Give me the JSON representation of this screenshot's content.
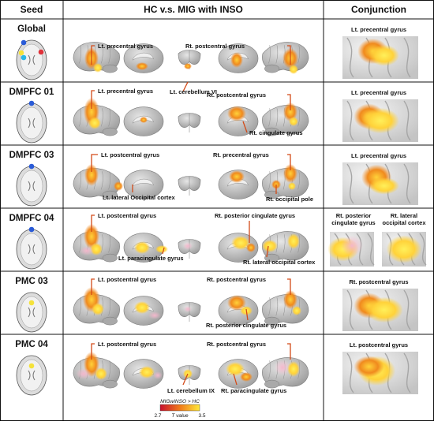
{
  "headers": {
    "seed": "Seed",
    "contrast": "HC v.s. MIG with INSO",
    "conjunction": "Conjunction"
  },
  "rows": [
    {
      "seed": "Global",
      "conjunction": [
        "Lt. precentral gyrus"
      ],
      "labels": [
        "Lt. precentral gyrus",
        "Rt. postcentral gyrus",
        "Lt. cerebellum VI"
      ]
    },
    {
      "seed": "DMPFC 01",
      "conjunction": [
        "Lt. precentral gyrus"
      ],
      "labels": [
        "Lt. precentral gyrus",
        "Rt. postcentral gyrus",
        "Rt. cingulate gyrus"
      ]
    },
    {
      "seed": "DMPFC 03",
      "conjunction": [
        "Lt. precentral gyrus"
      ],
      "labels": [
        "Lt. postcentral gyrus",
        "Rt. precentral gyrus",
        "Lt. lateral Occipital cortex",
        "Rt. occipital pole"
      ]
    },
    {
      "seed": "DMPFC 04",
      "conjunction": [
        "Rt. posterior cingulate gyrus",
        "Rt. lateral occipital cortex"
      ],
      "labels": [
        "Lt. postcentral gyrus",
        "Rt. posterior cingulate gyrus",
        "Lt. paracingulate gyrus",
        "Rt. lateral occipital cortex"
      ]
    },
    {
      "seed": "PMC 03",
      "conjunction": [
        "Rt. postcentral gyrus"
      ],
      "labels": [
        "Lt. postcentral gyrus",
        "Rt. postcentral gyrus",
        "Rt. posterior cingulate gyrus"
      ]
    },
    {
      "seed": "PMC 04",
      "conjunction": [
        "Lt. postcentral gyrus"
      ],
      "labels": [
        "Lt. postcentral gyrus",
        "Rt. postcentral gyrus",
        "Lt. cerebellum IX",
        "Rt. paracingulate gyrus"
      ]
    }
  ],
  "colorbar": {
    "title": "MIGwINSO > HC",
    "min": "2.7",
    "max": "3.5",
    "label": "T value",
    "colors": [
      "#c8102e",
      "#f07a1a",
      "#ffe83a"
    ]
  },
  "colors": {
    "leader": "#d34a18",
    "cortex": "#bcbcbc",
    "blob_hot": "#f08a1e",
    "blob_warm": "#ffd93a",
    "blob_pink": "#f6c8d8",
    "outline_green": "#2ecf6a"
  }
}
